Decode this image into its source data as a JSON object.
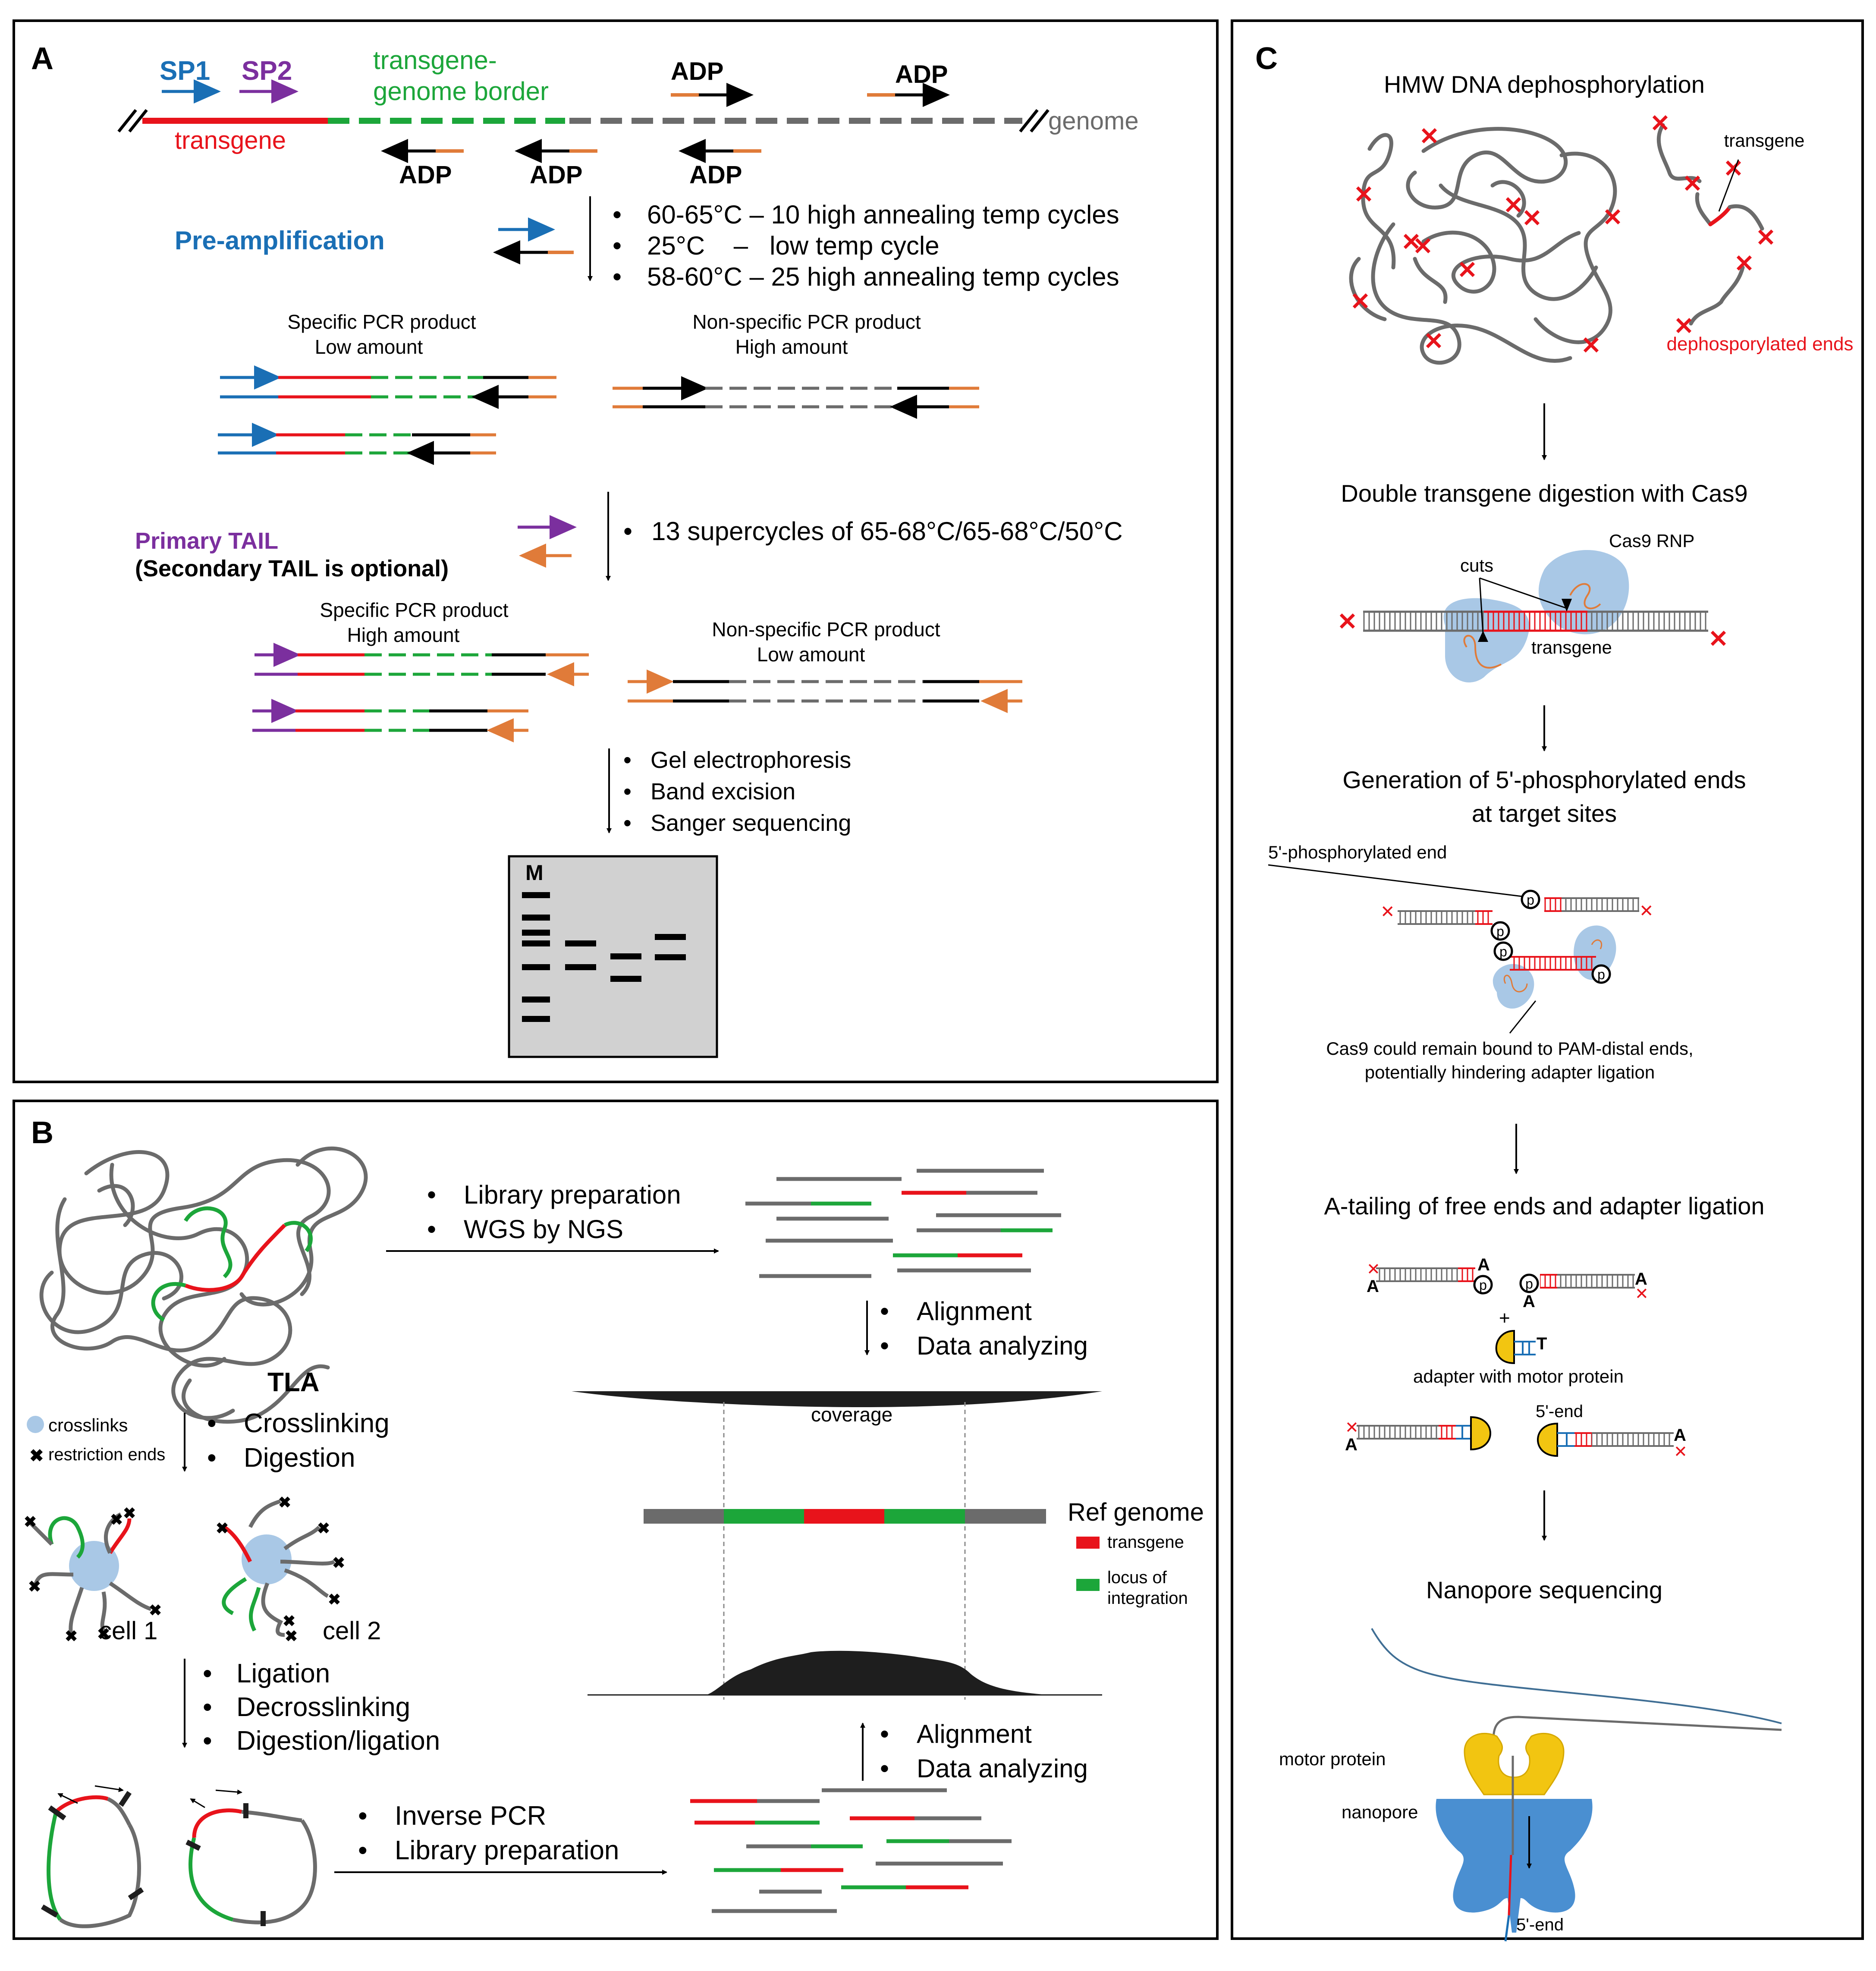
{
  "colors": {
    "transgene": "#e8131b",
    "border_green": "#1ca63a",
    "genome_grey": "#6b6b6b",
    "adp_orange": "#e07b39",
    "sp1_blue": "#1a6fb5",
    "sp2_purple": "#7b2f9e",
    "cas9_blue": "#a9c8e6",
    "motor_yellow": "#f2c511",
    "pore_blue": "#4a8fd1",
    "gel_grey": "#d1d1d1"
  },
  "panel_a": {
    "letter": "A",
    "sp1": "SP1",
    "sp2": "SP2",
    "border_label_1": "transgene-",
    "border_label_2": "genome border",
    "adp": "ADP",
    "transgene": "transgene",
    "genome": "genome",
    "preamp": "Pre-amplification",
    "preamp_steps": [
      "60-65°C – 10 high annealing temp cycles",
      "25°C    –   low temp cycle",
      "58-60°C – 25 high annealing temp cycles"
    ],
    "specific_low_1": "Specific PCR product",
    "specific_low_2": "Low amount",
    "nonspecific_high_1": "Non-specific PCR product",
    "nonspecific_high_2": "High amount",
    "primary_tail": "Primary TAIL",
    "secondary_tail": "(Secondary TAIL is optional)",
    "tail_step": "13 supercycles of 65-68°C/65-68°C/50°C",
    "specific_high_1": "Specific PCR product",
    "specific_high_2": "High amount",
    "nonspecific_low_1": "Non-specific PCR product",
    "nonspecific_low_2": "Low amount",
    "gel_steps": [
      "Gel electrophoresis",
      "Band excision",
      "Sanger sequencing"
    ],
    "marker": "M"
  },
  "panel_b": {
    "letter": "B",
    "tla": "TLA",
    "wgs_steps": [
      "Library preparation",
      "WGS by NGS"
    ],
    "align_steps": [
      "Alignment",
      "Data analyzing"
    ],
    "coverage": "coverage",
    "ref_genome": "Ref genome",
    "legend_transgene": "transgene",
    "legend_locus_1": "locus of",
    "legend_locus_2": "integration",
    "crosslinks": "crosslinks",
    "restriction_ends": "restriction ends",
    "xlink_steps": [
      "Crosslinking",
      "Digestion"
    ],
    "cell1": "cell 1",
    "cell2": "cell 2",
    "lig_steps": [
      "Ligation",
      "Decrosslinking",
      "Digestion/ligation"
    ],
    "ipcr_steps": [
      "Inverse PCR",
      "Library preparation"
    ],
    "align_steps_2": [
      "Alignment",
      "Data analyzing"
    ]
  },
  "panel_c": {
    "letter": "C",
    "hmw": "HMW DNA dephosphorylation",
    "transgene": "transgene",
    "dephos_ends": "dephosporylated ends",
    "double_digest": "Double transgene digestion with Cas9",
    "cas9_rnp": "Cas9 RNP",
    "cuts": "cuts",
    "transgene_2": "transgene",
    "gen_1": "Generation of 5'-phosphorylated ends",
    "gen_2": "at target sites",
    "phos_end": "5'-phosphorylated end",
    "p": "p",
    "cas9_note_1": "Cas9 could remain bound to PAM-distal ends,",
    "cas9_note_2": "potentially hindering adapter ligation",
    "atail": "A-tailing of free ends and adapter ligation",
    "a": "A",
    "t": "T",
    "plus": "+",
    "adapter": "adapter with motor protein",
    "five_end": "5'-end",
    "nanopore_seq": "Nanopore sequencing",
    "motor": "motor protein",
    "nanopore": "nanopore",
    "five_end_2": "5'-end"
  }
}
